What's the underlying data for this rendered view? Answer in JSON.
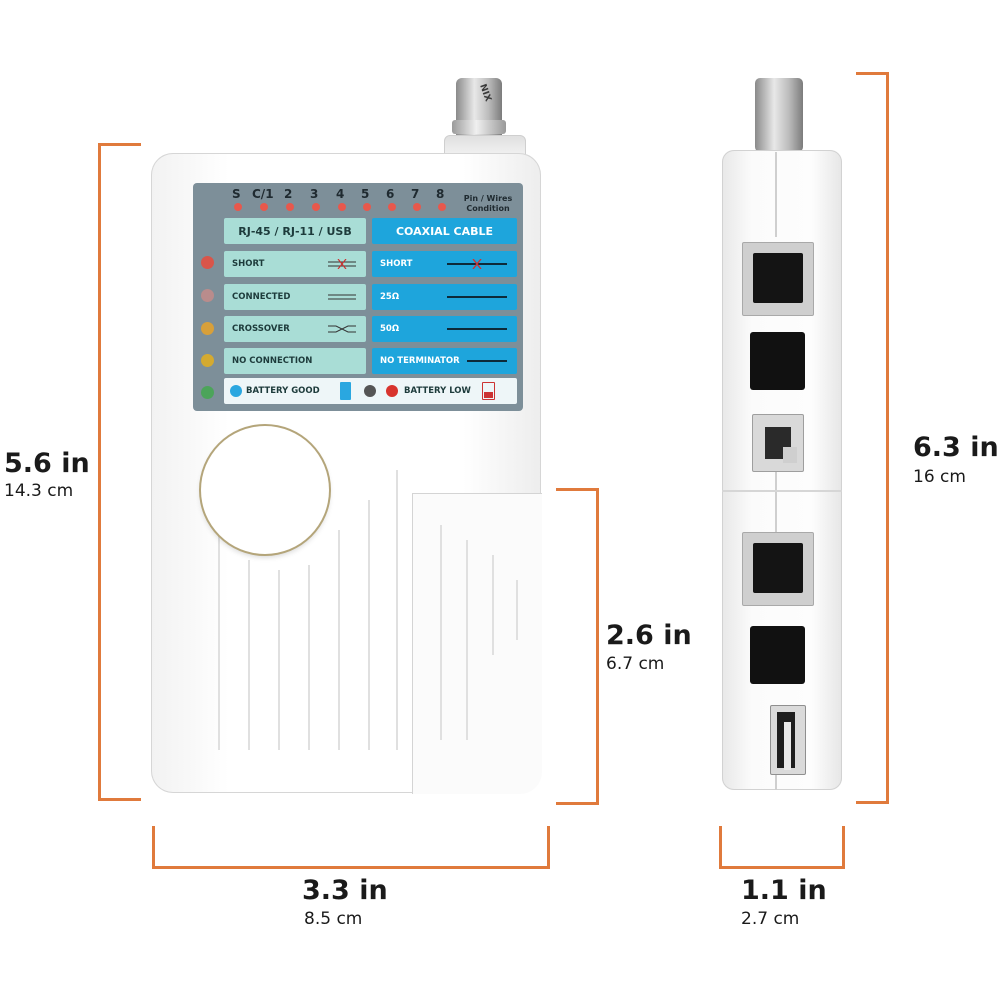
{
  "dimensions": {
    "front_height": {
      "imperial": "5.6 in",
      "metric": "14.3 cm"
    },
    "side_height": {
      "imperial": "6.3 in",
      "metric": "16 cm"
    },
    "door_height": {
      "imperial": "2.6 in",
      "metric": "6.7 cm"
    },
    "front_width": {
      "imperial": "3.3 in",
      "metric": "8.5 cm"
    },
    "side_width": {
      "imperial": "1.1 in",
      "metric": "2.7 cm"
    }
  },
  "panel": {
    "pins": [
      "S",
      "C/1",
      "2",
      "3",
      "4",
      "5",
      "6",
      "7",
      "8"
    ],
    "pin_caption_line1": "Pin / Wires",
    "pin_caption_line2": "Condition",
    "left_header": "RJ-45 / RJ-11 / USB",
    "right_header": "COAXIAL CABLE",
    "left_rows": [
      "SHORT",
      "CONNECTED",
      "CROSSOVER",
      "NO CONNECTION"
    ],
    "right_rows": [
      "SHORT",
      "25Ω",
      "50Ω",
      "NO TERMINATOR"
    ],
    "battery_good": "BATTERY GOOD",
    "battery_low": "BATTERY LOW"
  },
  "bnc_label": "NIX",
  "colors": {
    "bracket": "#e07a3c",
    "coax_cell": "#1ea5dc",
    "rj_cell": "#a9ddd6",
    "panel": "#7d8f99",
    "led": "#e8584c"
  }
}
